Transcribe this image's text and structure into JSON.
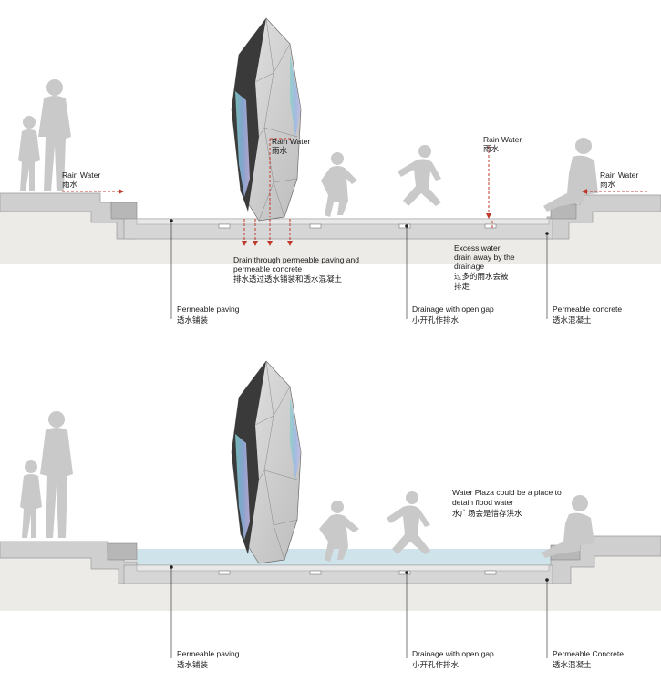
{
  "top_section": {
    "rain_water_left": {
      "en": "Rain Water",
      "zh": "雨水"
    },
    "rain_water_center": {
      "en": "Rain Water",
      "zh": "雨水"
    },
    "rain_water_mid": {
      "en": "Rain Water",
      "zh": "雨水"
    },
    "rain_water_right": {
      "en": "Rain Water",
      "zh": "雨水"
    },
    "drain_through": {
      "en1": "Drain through permeable paving and",
      "en2": "permeable concrete",
      "zh": "排水透过透水铺装和透水混凝土"
    },
    "excess_water": {
      "en1": "Excess water",
      "en2": "drain away by the",
      "en3": "drainage",
      "zh1": "过多的雨水会被",
      "zh2": "排走"
    },
    "permeable_paving": {
      "en": "Permeable paving",
      "zh": "透水铺装"
    },
    "drainage_gap": {
      "en": "Drainage with open gap",
      "zh": "小开孔作排水"
    },
    "permeable_concrete": {
      "en": "Permeable concrete",
      "zh": "透水混凝土"
    }
  },
  "bottom_section": {
    "water_plaza": {
      "en1": "Water Plaza could be a place to",
      "en2": "detain flood water",
      "zh": "水广场会是惜存洪水"
    },
    "permeable_paving": {
      "en": "Permeable paving",
      "zh": "透水铺装"
    },
    "drainage_gap": {
      "en": "Drainage with open gap",
      "zh": "小开孔作排水"
    },
    "permeable_concrete": {
      "en": "Permeable Concrete",
      "zh": "透水混凝土"
    }
  },
  "colors": {
    "ground": "#ecebe8",
    "slab": "#cfcfcf",
    "edge": "#9a9a9a",
    "water": "#cfe3ea",
    "arrow": "#c0392b",
    "sculpture_dark": "#3a3a3a",
    "sculpture_light": "#d8d8d8"
  }
}
